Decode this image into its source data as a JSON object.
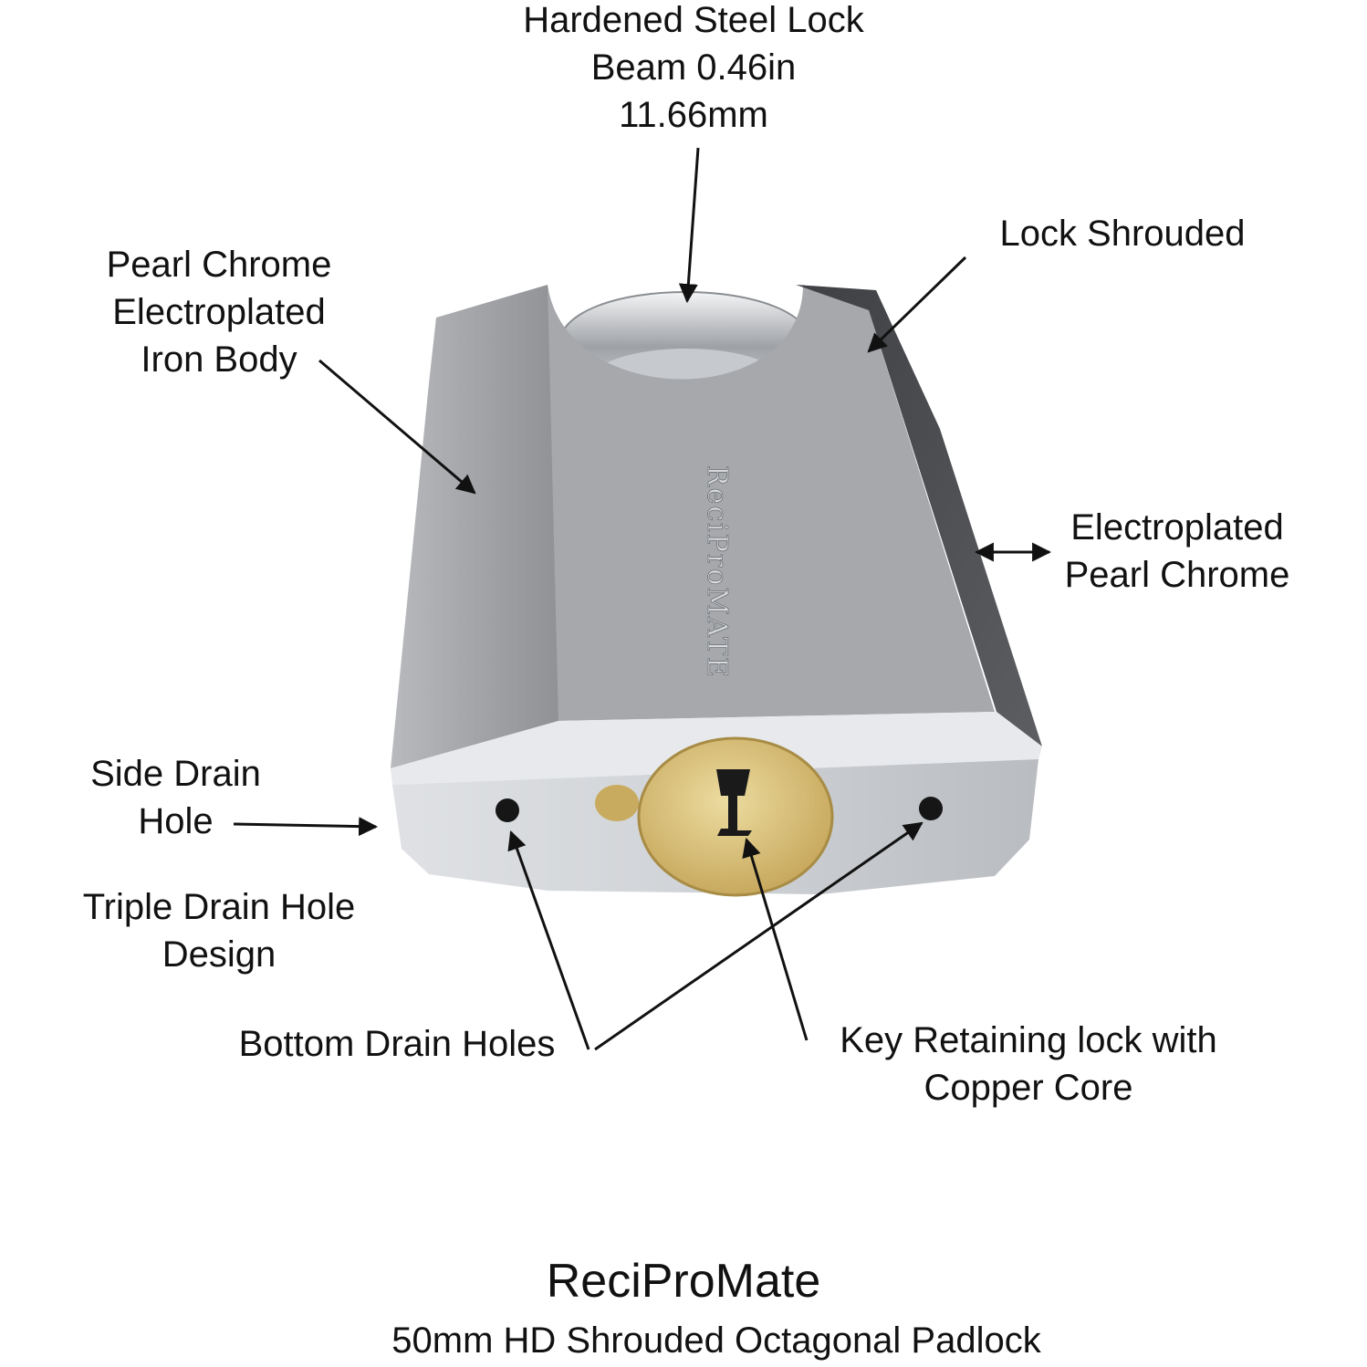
{
  "labels": {
    "shackle": [
      "Hardened Steel Lock",
      "Beam 0.46in",
      "11.66mm"
    ],
    "body": [
      "Pearl Chrome",
      "Electroplated",
      "Iron Body"
    ],
    "shroud": [
      "Lock Shrouded"
    ],
    "plating": [
      "Electroplated",
      "Pearl Chrome"
    ],
    "side_drain": [
      "Side Drain",
      "Hole"
    ],
    "triple_drain": [
      "Triple Drain Hole",
      "Design"
    ],
    "bottom_drain": [
      "Bottom Drain Holes"
    ],
    "key_core": [
      "Key Retaining lock with",
      "Copper Core"
    ]
  },
  "engraving": "ReciProMATE",
  "brand": "ReciProMate",
  "subtitle": "50mm HD Shrouded Octagonal Padlock",
  "colors": {
    "background": "#ffffff",
    "body_silver": "#a9abae",
    "shroud_dark": "#4a4c50",
    "face_light": "#d8dadd",
    "brass": "#d8c27a",
    "text": "#111111"
  }
}
